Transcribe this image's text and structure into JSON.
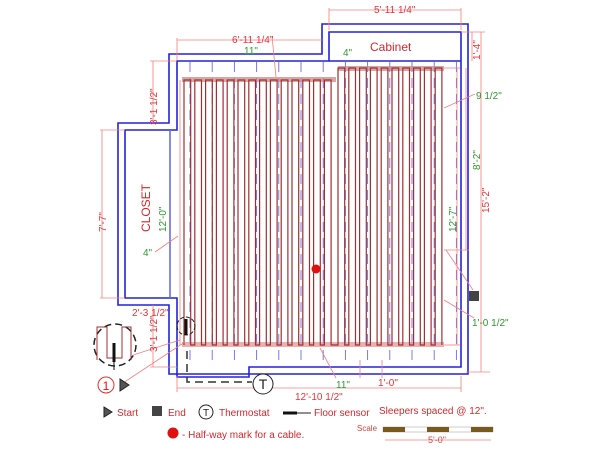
{
  "rooms": {
    "cabinet": "Cabinet",
    "closet": "CLOSET"
  },
  "dimensions": {
    "top_right_width": "5'-11 1/4\"",
    "top_left_width": "6'-11 1/4\"",
    "cabinet_depth": "1'-4\"",
    "left_top_offset": "3'-1 1/2\"",
    "closet_length": "7'-7\"",
    "closet_bottom_offset": "2'-3 1/2\"",
    "left_bottom_offset": "3'-1 1/2\"",
    "room_length": "15'-2\"",
    "room_width": "12'-10 1/2\"",
    "sleeper_spacing": "1'-0\"",
    "cable_right_run": "8'-2\"",
    "cable_run_left": "12'-0\"",
    "cable_run_right": "12'-7\"",
    "gap_top_left": "11\"",
    "gap_top_right": "4\"",
    "gap_right": "9 1/2\"",
    "gap_closet": "4\"",
    "gap_bottom": "11\"",
    "gap_end": "1'-0 1/2\""
  },
  "markers": {
    "start_number": "1",
    "thermostat_symbol": "T"
  },
  "legend": {
    "start": "Start",
    "end": "End",
    "thermostat": "Thermostat",
    "thermostat_symbol": "T",
    "floor_sensor": "Floor sensor",
    "sleepers": "Sleepers spaced @ 12\".",
    "halfway": "- Half-way mark for a cable.",
    "scale_label": "Scale",
    "scale_value": "5'-0\""
  },
  "colors": {
    "wall": "#2222dd",
    "cable": "#a03030",
    "dimension": "#e8333a",
    "note": "#2d9a2d",
    "sleeper": "#6a6af0"
  }
}
